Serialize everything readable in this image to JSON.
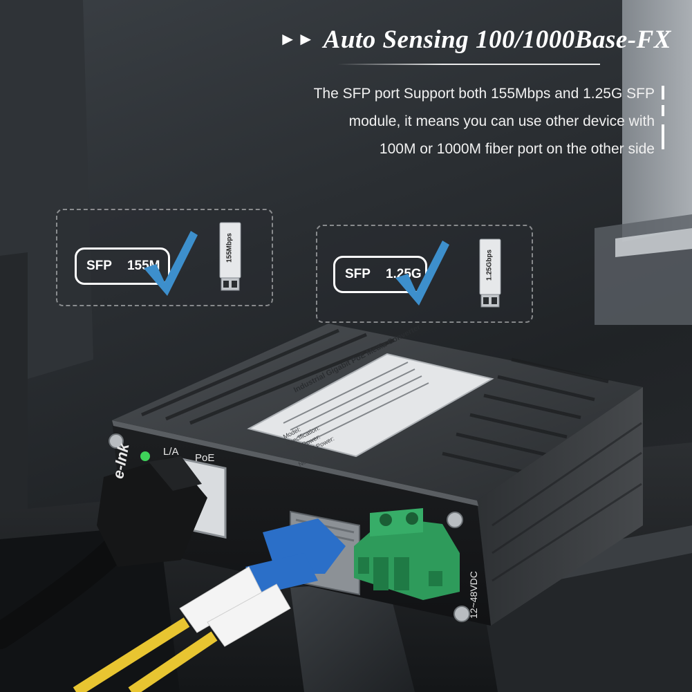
{
  "headline": {
    "arrows": "►►",
    "title": "Auto Sensing 100/1000Base-FX"
  },
  "description": [
    "The SFP port Support both 155Mbps and 1.25G SFP",
    "module, it means you can use other device with",
    "100M or 1000M fiber port on the other side"
  ],
  "cards": [
    {
      "tag": "SFP",
      "speed": "155M",
      "module_label": "155Mbps"
    },
    {
      "tag": "SFP",
      "speed": "1.25G",
      "module_label": "1.25Gbps"
    }
  ],
  "device": {
    "brand": "e-Ink",
    "port_labels": {
      "link": "L/A",
      "poe": "PoE"
    },
    "voltage": "12~48VDC",
    "label_sticker": {
      "title": "Industrial Gigabit PoE Media Converter",
      "rows": [
        "Model:",
        "Specification:",
        "PoE Power:",
        "External Power:",
        "Notice:"
      ]
    }
  },
  "colors": {
    "check": "#3d8fcc",
    "terminal": "#2e9b5b",
    "fiber_yellow": "#e8c531",
    "lc_blue": "#2b6fc8"
  }
}
